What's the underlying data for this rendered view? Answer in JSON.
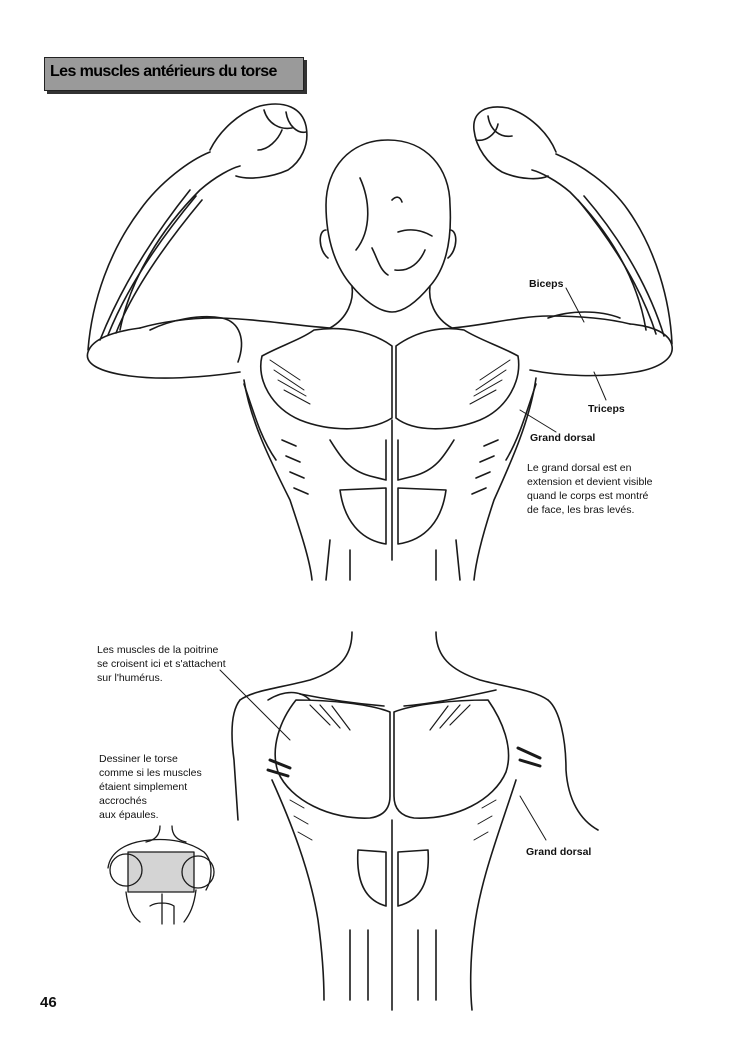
{
  "page": {
    "title": "Les muscles antérieurs du torse",
    "page_number": "46"
  },
  "top_figure": {
    "labels": {
      "biceps": "Biceps",
      "triceps": "Triceps",
      "grand_dorsal": "Grand dorsal"
    },
    "note_lines": [
      "Le grand dorsal est en",
      "extension et devient visible",
      "quand le corps est montré",
      "de face, les bras levés."
    ]
  },
  "bottom_figure": {
    "chest_note_lines": [
      "Les muscles de la poitrine",
      "se croisent ici et s'attachent",
      "sur l'humérus."
    ],
    "torso_note_lines": [
      "Dessiner le torse",
      "comme si les muscles",
      "étaient simplement",
      "accrochés",
      "aux épaules."
    ],
    "grand_dorsal": "Grand dorsal"
  }
}
